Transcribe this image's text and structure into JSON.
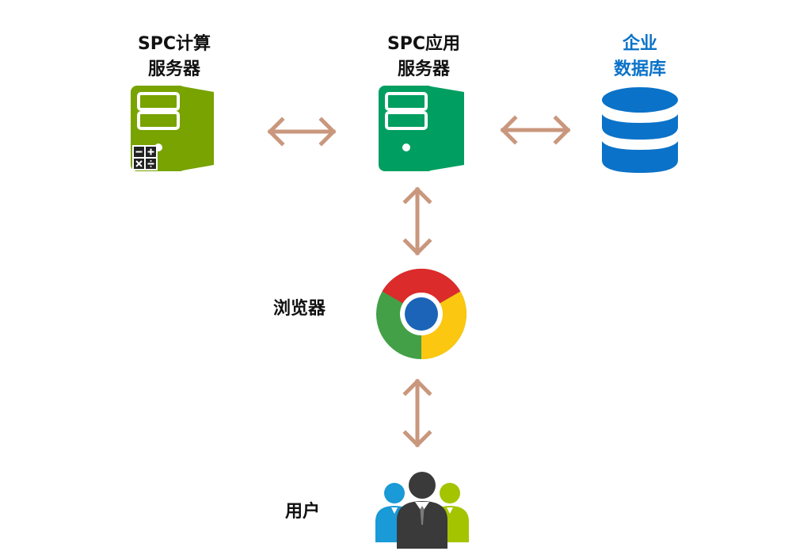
{
  "nodes": {
    "calc_server": {
      "label_line1": "SPC计算",
      "label_line2": "服务器",
      "icon": "calculator-server-icon",
      "color": "#78a300"
    },
    "app_server": {
      "label_line1": "SPC应用",
      "label_line2": "服务器",
      "icon": "server-icon",
      "color": "#009e60"
    },
    "database": {
      "label_line1": "企业",
      "label_line2": "数据库",
      "icon": "database-icon",
      "color": "#0a72c8"
    },
    "browser": {
      "label": "浏览器",
      "icon": "chrome-browser-icon"
    },
    "users": {
      "label": "用户",
      "icon": "users-group-icon"
    }
  },
  "connectors": {
    "color": "#c9977d",
    "style": "double-headed-arrow"
  }
}
